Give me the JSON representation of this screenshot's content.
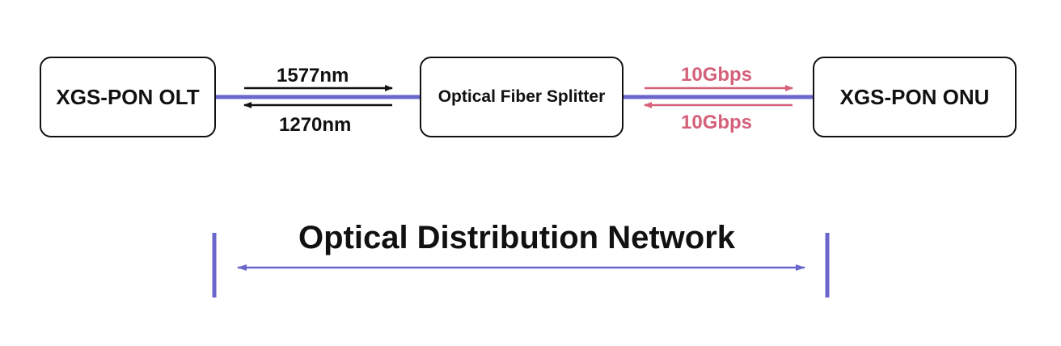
{
  "diagram": {
    "nodes": {
      "olt": "XGS-PON OLT",
      "splitter": "Optical Fiber Splitter",
      "onu": "XGS-PON ONU"
    },
    "olt_link": {
      "downstream_label": "1577nm",
      "upstream_label": "1270nm"
    },
    "onu_link": {
      "downstream_label": "10Gbps",
      "upstream_label": "10Gbps"
    },
    "span_label": "Optical Distribution Network",
    "colors": {
      "fiber": "#6a66cc",
      "wavelength_arrows": "#111111",
      "rate_arrows": "#d4607a"
    }
  }
}
